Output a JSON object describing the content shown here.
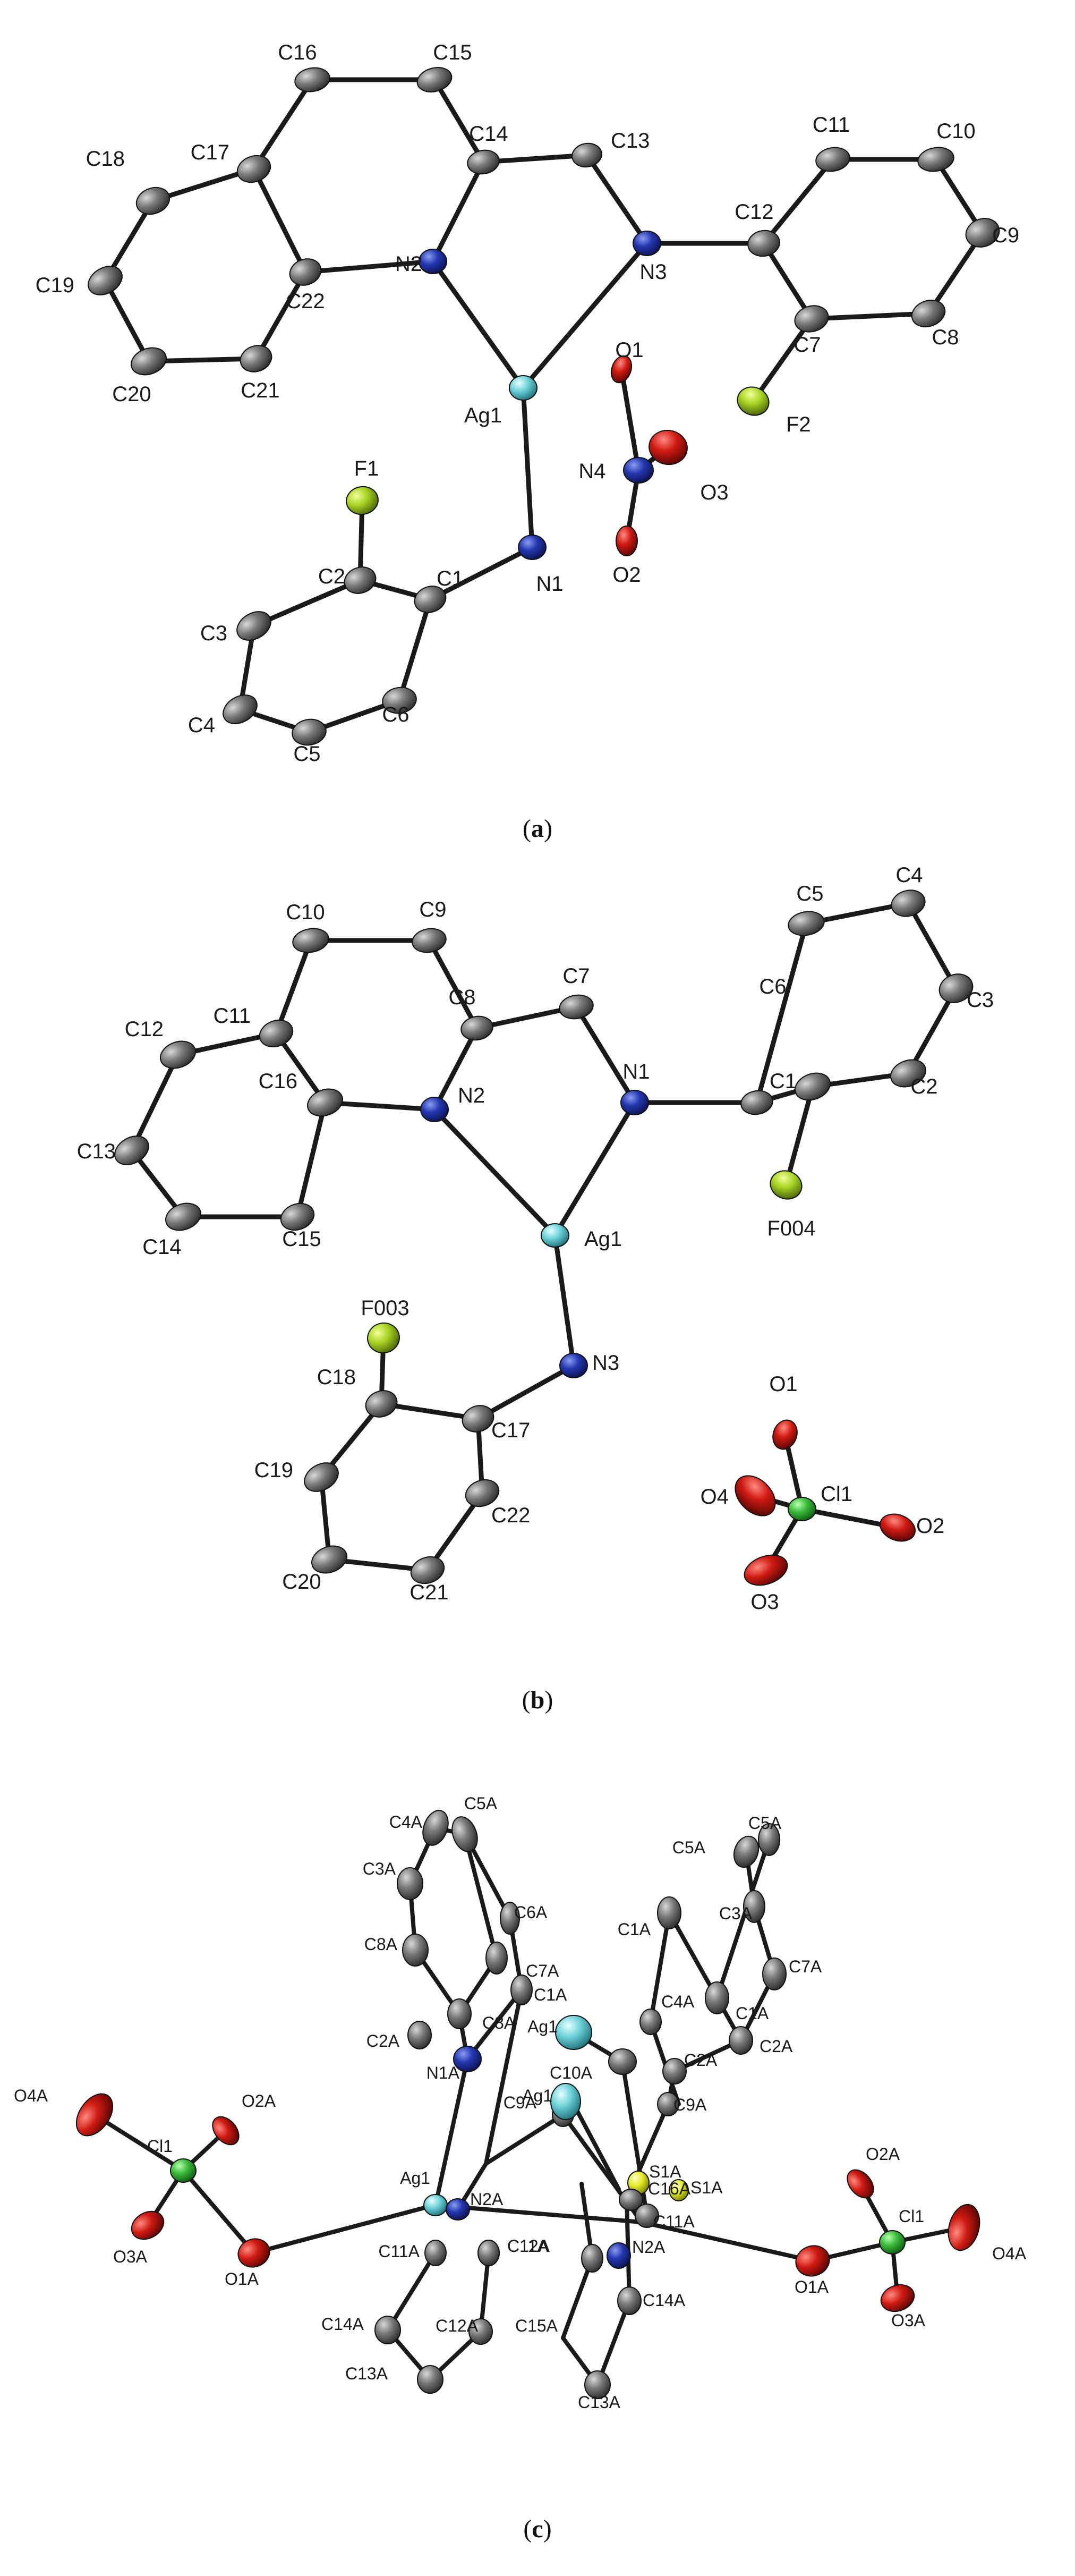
{
  "colors": {
    "C": "#6a6a6a",
    "N": "#1f2fa8",
    "O": "#c8140f",
    "F": "#9ccc22",
    "Ag": "#6fd3da",
    "Cl": "#38b838",
    "S": "#e8ee2a",
    "bond": "#1a1a1a"
  },
  "panels": [
    {
      "id": "a",
      "label_open": "(",
      "label_letter": "a",
      "label_close": ")",
      "atoms": [
        {
          "id": "C16",
          "el": "C"
        },
        {
          "id": "C15",
          "el": "C"
        },
        {
          "id": "C17",
          "el": "C"
        },
        {
          "id": "C14",
          "el": "C"
        },
        {
          "id": "C13",
          "el": "C"
        },
        {
          "id": "C11",
          "el": "C"
        },
        {
          "id": "C10",
          "el": "C"
        },
        {
          "id": "C18",
          "el": "C"
        },
        {
          "id": "C12",
          "el": "C"
        },
        {
          "id": "N2",
          "el": "N"
        },
        {
          "id": "N3",
          "el": "N"
        },
        {
          "id": "C9",
          "el": "C"
        },
        {
          "id": "C19",
          "el": "C"
        },
        {
          "id": "C22",
          "el": "C"
        },
        {
          "id": "C7",
          "el": "C"
        },
        {
          "id": "C8",
          "el": "C"
        },
        {
          "id": "C20",
          "el": "C"
        },
        {
          "id": "C21",
          "el": "C"
        },
        {
          "id": "O1",
          "el": "O"
        },
        {
          "id": "Ag1",
          "el": "Ag"
        },
        {
          "id": "F2",
          "el": "F"
        },
        {
          "id": "N4",
          "el": "N"
        },
        {
          "id": "O3",
          "el": "O"
        },
        {
          "id": "F1",
          "el": "F"
        },
        {
          "id": "C2",
          "el": "C"
        },
        {
          "id": "C1",
          "el": "C"
        },
        {
          "id": "N1",
          "el": "N"
        },
        {
          "id": "O2",
          "el": "O"
        },
        {
          "id": "C3",
          "el": "C"
        },
        {
          "id": "C6",
          "el": "C"
        },
        {
          "id": "C4",
          "el": "C"
        },
        {
          "id": "C5",
          "el": "C"
        }
      ]
    },
    {
      "id": "b",
      "label_open": "(",
      "label_letter": "b",
      "label_close": ")",
      "atoms": [
        {
          "id": "C10",
          "el": "C"
        },
        {
          "id": "C9",
          "el": "C"
        },
        {
          "id": "C7",
          "el": "C"
        },
        {
          "id": "C8",
          "el": "C"
        },
        {
          "id": "C5",
          "el": "C"
        },
        {
          "id": "C4",
          "el": "C"
        },
        {
          "id": "C11",
          "el": "C"
        },
        {
          "id": "C6",
          "el": "C"
        },
        {
          "id": "C3",
          "el": "C"
        },
        {
          "id": "C12",
          "el": "C"
        },
        {
          "id": "N2",
          "el": "N"
        },
        {
          "id": "N1",
          "el": "N"
        },
        {
          "id": "C16",
          "el": "C"
        },
        {
          "id": "C1",
          "el": "C"
        },
        {
          "id": "C2",
          "el": "C"
        },
        {
          "id": "C13",
          "el": "C"
        },
        {
          "id": "Ag1",
          "el": "Ag"
        },
        {
          "id": "C15",
          "el": "C"
        },
        {
          "id": "C14",
          "el": "C"
        },
        {
          "id": "F004",
          "el": "F"
        },
        {
          "id": "F003",
          "el": "F"
        },
        {
          "id": "N3",
          "el": "N"
        },
        {
          "id": "C18",
          "el": "C"
        },
        {
          "id": "C17",
          "el": "C"
        },
        {
          "id": "O1",
          "el": "O"
        },
        {
          "id": "C19",
          "el": "C"
        },
        {
          "id": "C22",
          "el": "C"
        },
        {
          "id": "O4",
          "el": "O"
        },
        {
          "id": "Cl1",
          "el": "Cl"
        },
        {
          "id": "O2",
          "el": "O"
        },
        {
          "id": "C20",
          "el": "C"
        },
        {
          "id": "C21",
          "el": "C"
        },
        {
          "id": "O3",
          "el": "O"
        }
      ]
    },
    {
      "id": "c",
      "label_open": "(",
      "label_letter": "c",
      "label_close": ")",
      "atoms": [
        {
          "id": "C5A",
          "el": "C"
        },
        {
          "id": "C4A",
          "el": "C"
        },
        {
          "id": "C7A",
          "el": "C"
        },
        {
          "id": "C6A",
          "el": "C"
        },
        {
          "id": "C3A",
          "el": "C"
        },
        {
          "id": "C8A",
          "el": "C"
        },
        {
          "id": "C1A",
          "el": "C"
        },
        {
          "id": "C2A",
          "el": "C"
        },
        {
          "id": "C9A",
          "el": "C"
        },
        {
          "id": "N1A",
          "el": "N"
        },
        {
          "id": "C10A",
          "el": "C"
        },
        {
          "id": "S1A",
          "el": "S"
        },
        {
          "id": "N2A",
          "el": "N"
        },
        {
          "id": "Ag1",
          "el": "Ag"
        },
        {
          "id": "C16A",
          "el": "C"
        },
        {
          "id": "C11A",
          "el": "C"
        },
        {
          "id": "C12A",
          "el": "C"
        },
        {
          "id": "C15A",
          "el": "C"
        },
        {
          "id": "C13A",
          "el": "C"
        },
        {
          "id": "C14A",
          "el": "C"
        },
        {
          "id": "Cl1",
          "el": "Cl"
        },
        {
          "id": "O1A",
          "el": "O"
        },
        {
          "id": "O2A",
          "el": "O"
        },
        {
          "id": "O3A",
          "el": "O"
        },
        {
          "id": "O4A",
          "el": "O"
        }
      ]
    }
  ]
}
